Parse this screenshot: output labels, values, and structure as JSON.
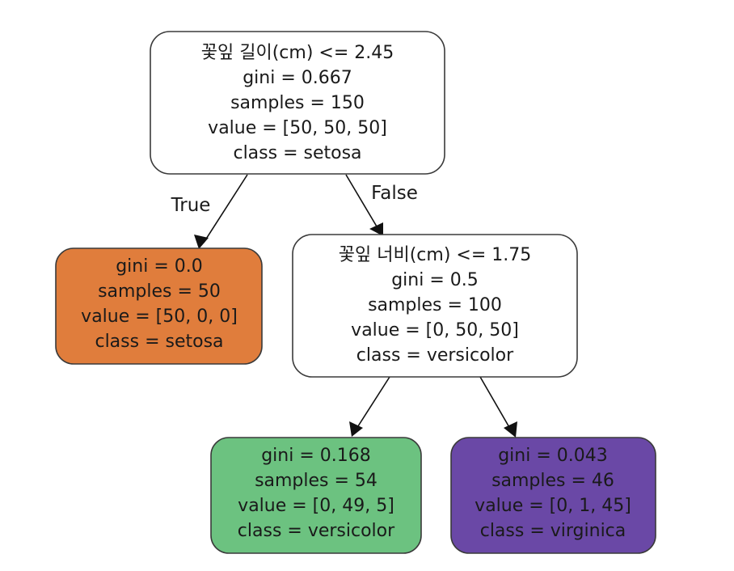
{
  "nodes": {
    "root": {
      "lines": [
        "꽃잎 길이(cm) <= 2.45",
        "gini = 0.667",
        "samples = 150",
        "value = [50, 50, 50]",
        "class = setosa"
      ],
      "fill": "#ffffff"
    },
    "left": {
      "lines": [
        "gini = 0.0",
        "samples = 50",
        "value = [50, 0, 0]",
        "class = setosa"
      ],
      "fill": "#e07d3c"
    },
    "right": {
      "lines": [
        "꽃잎 너비(cm) <= 1.75",
        "gini = 0.5",
        "samples = 100",
        "value = [0, 50, 50]",
        "class = versicolor"
      ],
      "fill": "#ffffff"
    },
    "right_left": {
      "lines": [
        "gini = 0.168",
        "samples = 54",
        "value = [0, 49, 5]",
        "class = versicolor"
      ],
      "fill": "#6cc280"
    },
    "right_right": {
      "lines": [
        "gini = 0.043",
        "samples = 46",
        "value = [0, 1, 45]",
        "class = virginica"
      ],
      "fill": "#6a48a6"
    }
  },
  "edge_labels": {
    "true_label": "True",
    "false_label": "False"
  },
  "colors": {
    "border": "#3a3a3a",
    "arrow": "#111111"
  }
}
